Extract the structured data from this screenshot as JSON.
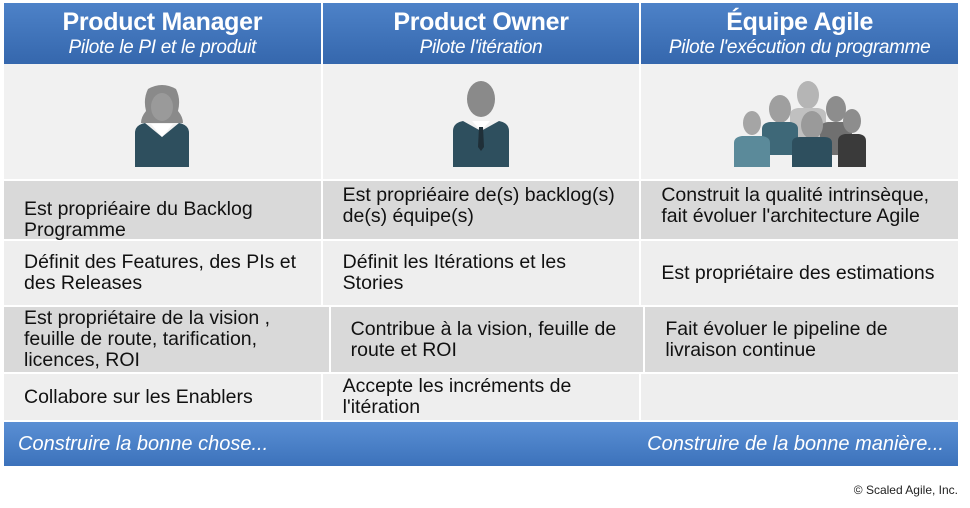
{
  "columns": [
    {
      "title": "Product Manager",
      "subtitle": "Pilote le PI et le produit",
      "icon": "woman-person-icon"
    },
    {
      "title": "Product Owner",
      "subtitle": "Pilote l'itération",
      "icon": "man-person-icon"
    },
    {
      "title": "Équipe Agile",
      "subtitle": "Pilote l'exécution du programme",
      "icon": "team-group-icon"
    }
  ],
  "rows": [
    [
      "Est propriéaire du Backlog Programme",
      "Est propriéaire de(s) backlog(s) de(s) équipe(s)",
      "Construit la qualité intrinsèque, fait évoluer l'architecture Agile"
    ],
    [
      "Définit des Features, des PIs et des Releases",
      "Définit les Itérations et les Stories",
      "Est propriétaire des estimations"
    ],
    [
      "Est propriétaire de la vision , feuille de route, tarification, licences, ROI",
      "Contribue à la vision, feuille de route et ROI",
      "Fait évoluer le pipeline de livraison continue"
    ],
    [
      "Collabore sur les Enablers",
      "Accepte les incréments de l'itération",
      ""
    ]
  ],
  "footer": {
    "left": "Construire la bonne chose...",
    "right": "Construire de la bonne manière..."
  },
  "copyright": "© Scaled Agile, Inc.",
  "colors": {
    "header": "#3567ad",
    "figure": "#2e4f5e",
    "accent_gray": "#8a8a8a"
  }
}
